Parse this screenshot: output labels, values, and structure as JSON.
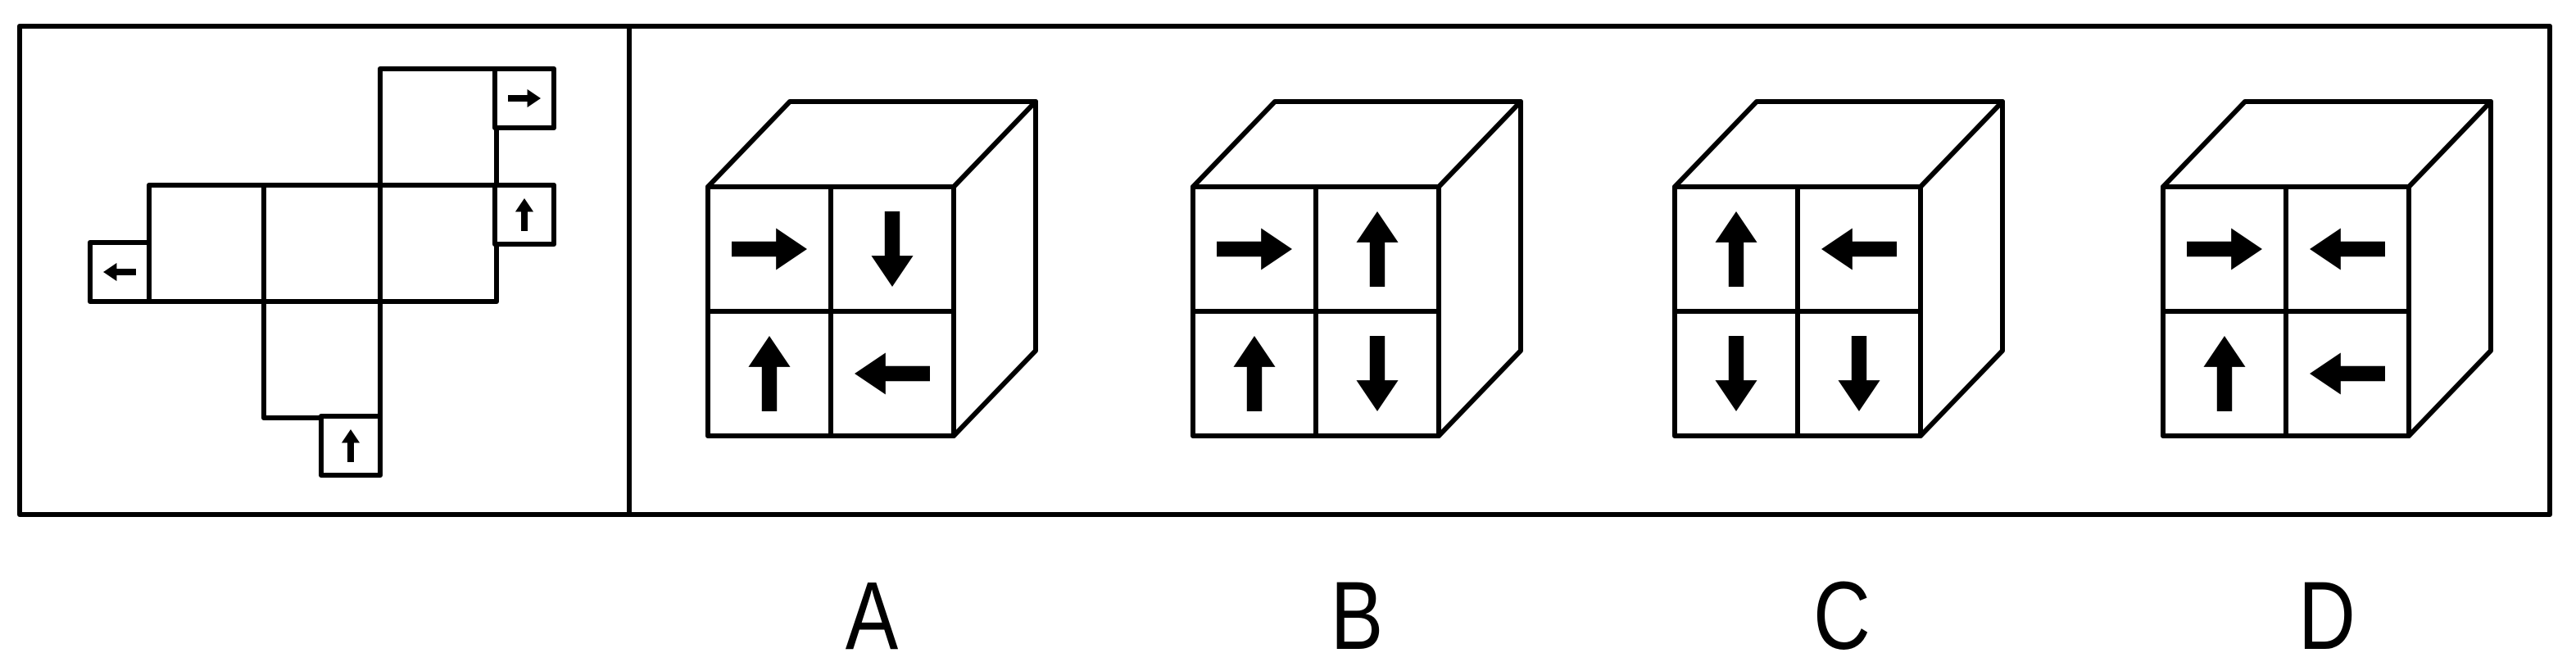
{
  "puzzle": {
    "net": {
      "tabs": [
        {
          "id": "tab-top-right",
          "arrow": "right"
        },
        {
          "id": "tab-middle-right",
          "arrow": "up"
        },
        {
          "id": "tab-left",
          "arrow": "left"
        },
        {
          "id": "tab-bottom",
          "arrow": "up"
        }
      ]
    },
    "options": [
      {
        "label": "A",
        "arrows": [
          "right",
          "down",
          "up",
          "left"
        ]
      },
      {
        "label": "B",
        "arrows": [
          "right",
          "up",
          "up",
          "down"
        ]
      },
      {
        "label": "C",
        "arrows": [
          "up",
          "left",
          "down",
          "down"
        ]
      },
      {
        "label": "D",
        "arrows": [
          "right",
          "left",
          "up",
          "left"
        ]
      }
    ]
  },
  "colors": {
    "stroke": "#000000",
    "background": "#ffffff"
  }
}
